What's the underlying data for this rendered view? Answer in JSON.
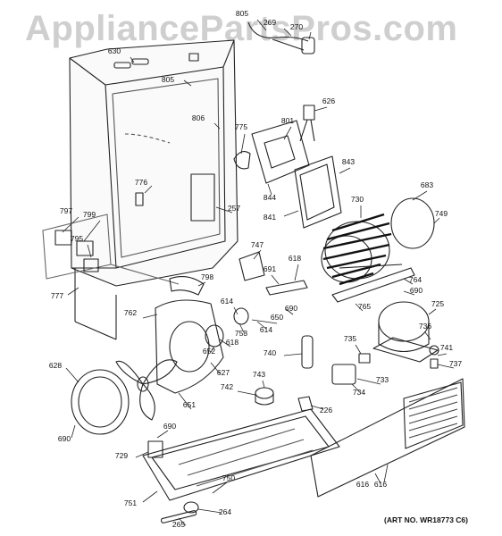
{
  "watermark": "AppliancePartsPros.com",
  "art_number": "(ART NO. WR18773 C6)",
  "callouts": [
    "805",
    "269",
    "270",
    "630",
    "805",
    "626",
    "806",
    "775",
    "801",
    "843",
    "776",
    "844",
    "257",
    "730",
    "683",
    "749",
    "841",
    "797",
    "799",
    "795",
    "747",
    "618",
    "691",
    "764",
    "798",
    "690",
    "777",
    "725",
    "762",
    "614",
    "650",
    "690",
    "765",
    "736",
    "616",
    "753",
    "614",
    "735",
    "741",
    "618",
    "652",
    "740",
    "628",
    "627",
    "743",
    "737",
    "733",
    "742",
    "651",
    "734",
    "226",
    "690",
    "690",
    "729",
    "616",
    "750",
    "751",
    "264",
    "265"
  ]
}
